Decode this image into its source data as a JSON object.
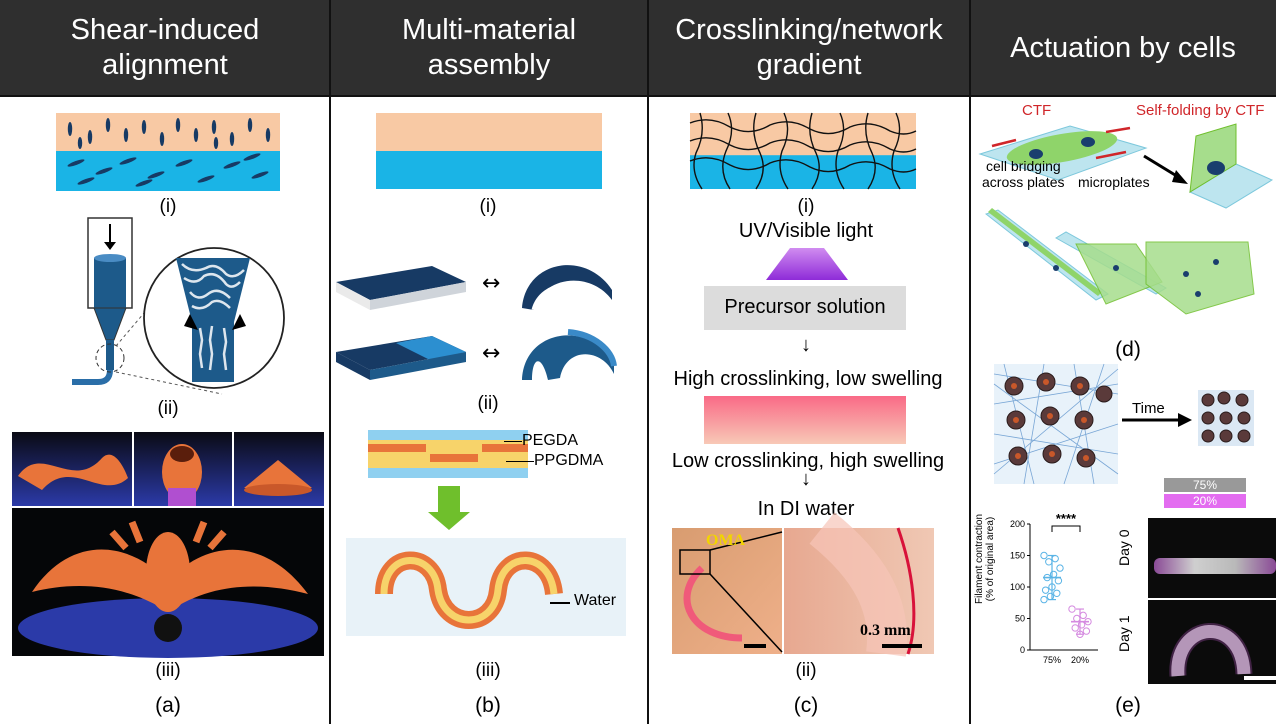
{
  "headers": [
    "Shear-induced\nalignment",
    "Multi-material\nassembly",
    "Crosslinking/network\ngradient",
    "Actuation by cells"
  ],
  "panel_a": {
    "sub": [
      "(i)",
      "(ii)",
      "(iii)"
    ],
    "label": "(a)"
  },
  "panel_b": {
    "sub": [
      "(i)",
      "(ii)",
      "(iii)"
    ],
    "label": "(b)",
    "layer_top": "PEGDA",
    "layer_mid": "PPGDMA",
    "water": "Water"
  },
  "panel_c": {
    "sub": [
      "(i)",
      "(ii)"
    ],
    "label": "(c)",
    "light": "UV/Visible light",
    "precursor": "Precursor solution",
    "high": "High crosslinking, low swelling",
    "low": "Low crosslinking, high swelling",
    "water": "In DI water",
    "oma": "OMA",
    "scale": "0.3 mm"
  },
  "panel_d": {
    "label": "(d)",
    "ctf": "CTF",
    "self_folding": "Self-folding by CTF",
    "bridging_1": "cell bridging",
    "bridging_2": "across plates",
    "microplates": "microplates",
    "time": "Time"
  },
  "panel_e": {
    "label": "(e)",
    "legend": [
      "75%",
      "20%"
    ],
    "ylabel_1": "Filament contraction",
    "ylabel_2": "(% of original area)",
    "significance": "****",
    "day0": "Day 0",
    "day1": "Day 1"
  },
  "chart_data": {
    "type": "scatter",
    "categories": [
      "75%",
      "20%"
    ],
    "ylim": [
      0,
      200
    ],
    "yticks": [
      0,
      50,
      100,
      150,
      200
    ],
    "series": [
      {
        "name": "75%",
        "color": "#5ab4e6",
        "mean": 115,
        "err": [
          80,
          150
        ],
        "values": [
          150,
          145,
          140,
          130,
          120,
          115,
          110,
          100,
          95,
          90,
          85,
          80
        ]
      },
      {
        "name": "20%",
        "color": "#d58ae0",
        "mean": 45,
        "err": [
          25,
          65
        ],
        "values": [
          65,
          55,
          50,
          45,
          40,
          35,
          30,
          25
        ]
      }
    ]
  },
  "colors": {
    "peach": "#f8c9a4",
    "cyan": "#1ab4e6",
    "navy": "#173a64",
    "orange": "#e8743a",
    "green": "#a6dd8c",
    "header": "#2f2f2f"
  }
}
